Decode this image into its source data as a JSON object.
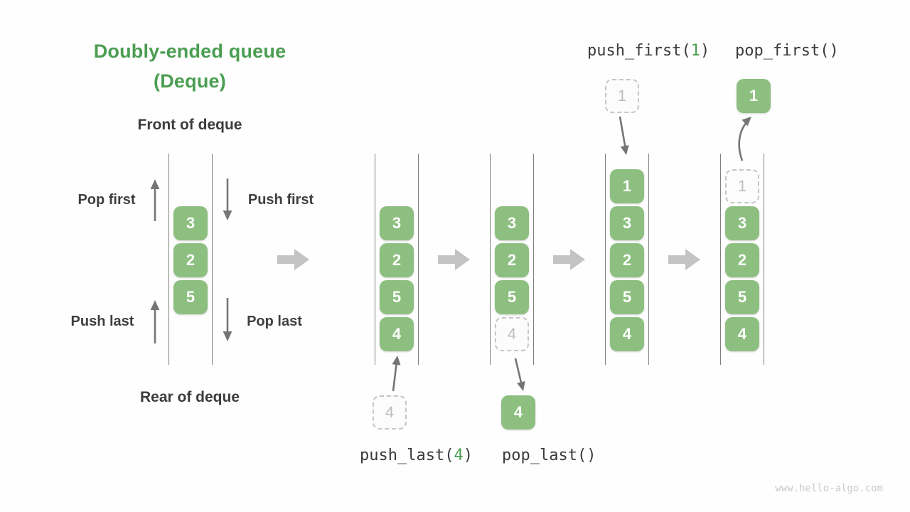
{
  "title": {
    "line1": "Doubly-ended queue",
    "line2": "(Deque)"
  },
  "labels": {
    "front": "Front of deque",
    "rear": "Rear of deque",
    "pop_first": "Pop first",
    "push_first": "Push first",
    "push_last": "Push last",
    "pop_last": "Pop last"
  },
  "operations": {
    "push_last": {
      "prefix": "push_last(",
      "arg": "4",
      "suffix": ")"
    },
    "pop_last": {
      "text": "pop_last()"
    },
    "push_first": {
      "prefix": "push_first(",
      "arg": "1",
      "suffix": ")"
    },
    "pop_first": {
      "text": "pop_first()"
    }
  },
  "queues": {
    "demo": {
      "cells": [
        "3",
        "2",
        "5"
      ]
    },
    "state1": {
      "cells": [
        "3",
        "2",
        "5",
        "4"
      ],
      "incoming": "4"
    },
    "state2": {
      "cells": [
        "3",
        "2",
        "5"
      ],
      "ghost": "4",
      "outgoing": "4"
    },
    "state3": {
      "cells": [
        "1",
        "3",
        "2",
        "5",
        "4"
      ],
      "incoming": "1"
    },
    "state4": {
      "cells": [
        "3",
        "2",
        "5",
        "4"
      ],
      "ghost": "1",
      "outgoing": "1"
    }
  },
  "watermark": "www.hello-algo.com",
  "colors": {
    "accent_green": "#4b9e51",
    "cell_green": "#8dbf80",
    "text_dark": "#3b3b3b",
    "ghost_border": "#c6c6c6",
    "ghost_text": "#bdbdbd",
    "thin_arrow": "#757575",
    "block_arrow": "#c3c3c3",
    "rail_line": "#7f7f7f",
    "watermark_gray": "#cacaca"
  }
}
